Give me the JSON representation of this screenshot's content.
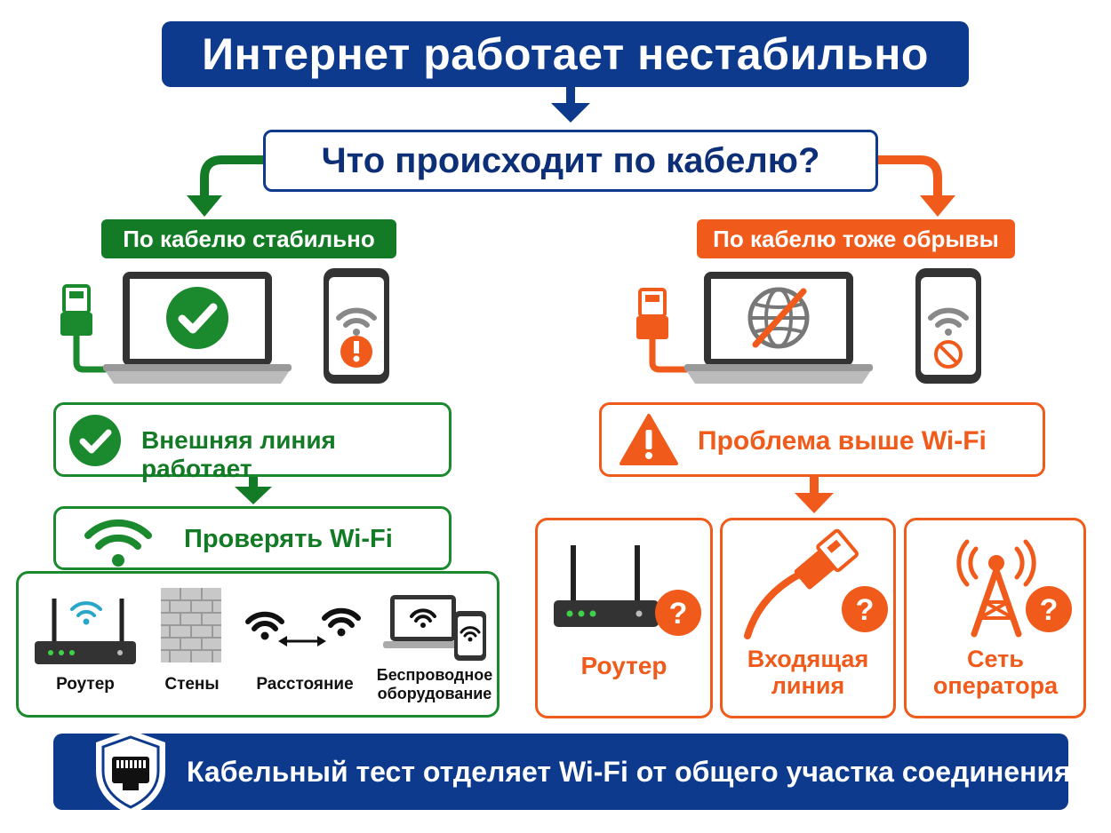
{
  "title": "Интернет работает нестабильно",
  "question": "Что происходит по кабелю?",
  "left_branch": {
    "label": "По кабелю стабильно",
    "status": "Внешняя линия работает",
    "next_step": "Проверять Wi-Fi",
    "factors": [
      {
        "label": "Роутер",
        "icon": "router-icon"
      },
      {
        "label": "Стены",
        "icon": "brick-wall-icon"
      },
      {
        "label": "Расстояние",
        "icon": "distance-icon"
      },
      {
        "label": "Беспроводное оборудование",
        "icon": "wireless-devices-icon"
      }
    ]
  },
  "right_branch": {
    "label": "По кабелю тоже обрывы",
    "status": "Проблема выше Wi-Fi",
    "suspects": [
      {
        "label": "Роутер",
        "icon": "router-icon"
      },
      {
        "label": "Входящая линия",
        "icon": "incoming-cable-icon"
      },
      {
        "label": "Сеть оператора",
        "icon": "cell-tower-icon"
      }
    ]
  },
  "footer": "Кабельный тест отделяет Wi-Fi от общего участка соединения",
  "colors": {
    "navy": "#0d3a8c",
    "green": "#137a25",
    "orange": "#f05a1a"
  }
}
